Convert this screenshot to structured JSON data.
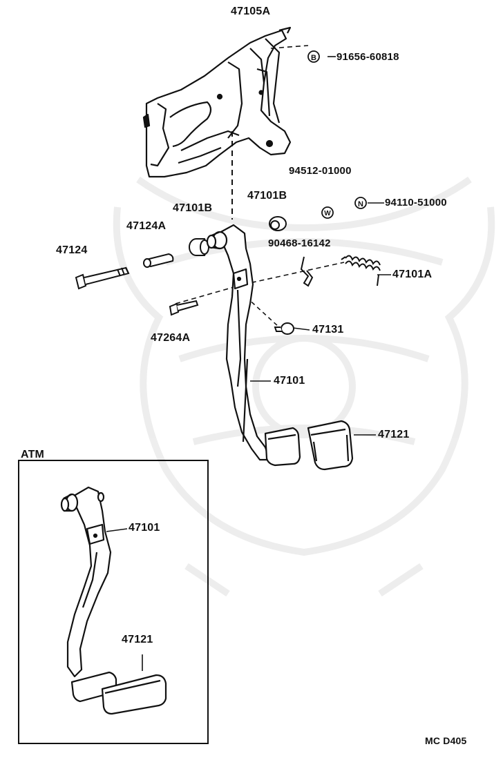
{
  "inset_title": "ATM",
  "drawing_code": "MC D405",
  "callouts": {
    "b_marker": "B",
    "w_marker": "W",
    "n_marker": "N"
  },
  "part_labels": {
    "bracket": "47105A",
    "bolt_b": "91656-60818",
    "washer_w": "94512-01000",
    "nut_n": "94110-51000",
    "bushing_left": "47101B",
    "bushing_right": "47101B",
    "collar": "47124A",
    "bolt_main": "47124",
    "clip": "90468-16142",
    "spring": "47101A",
    "pin": "47264A",
    "stopper": "47131",
    "pedal_arm": "47101",
    "pedal_pad": "47121",
    "atm_pedal_arm": "47101",
    "atm_pedal_pad": "47121"
  }
}
